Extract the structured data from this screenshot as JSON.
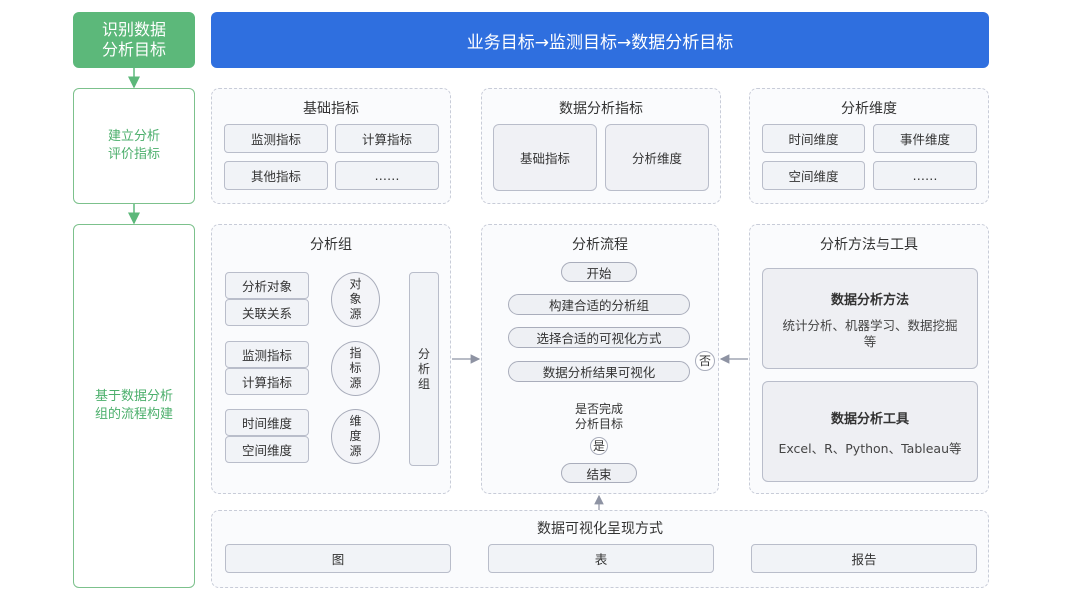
{
  "steps": {
    "identify": "识别数据\n分析目标",
    "build_indicators": "建立分析\n评价指标",
    "flow_build": "基于数据分析\n组的流程构建"
  },
  "banner": "业务目标→监测目标→数据分析目标",
  "basic_indicators": {
    "title": "基础指标",
    "items": [
      "监测指标",
      "计算指标",
      "其他指标",
      "……"
    ]
  },
  "analysis_indicators": {
    "title": "数据分析指标",
    "items": [
      "基础指标",
      "分析维度"
    ]
  },
  "analysis_dimensions": {
    "title": "分析维度",
    "items": [
      "时间维度",
      "事件维度",
      "空间维度",
      "……"
    ]
  },
  "analysis_group": {
    "title": "分析组",
    "inputs": [
      "分析对象",
      "关联关系",
      "监测指标",
      "计算指标",
      "时间维度",
      "空间维度"
    ],
    "sources": [
      "对\n象\n源",
      "指\n标\n源",
      "维\n度\n源"
    ],
    "output": "分\n析\n组"
  },
  "analysis_flow": {
    "title": "分析流程",
    "start": "开始",
    "s1": "构建合适的分析组",
    "s2": "选择合适的可视化方式",
    "s3": "数据分析结果可视化",
    "decision": "是否完成\n分析目标",
    "yes": "是",
    "no": "否",
    "end": "结束"
  },
  "methods_tools": {
    "title": "分析方法与工具",
    "methods_title": "数据分析方法",
    "methods_text": "统计分析、机器学习、数据挖掘\n等",
    "tools_title": "数据分析工具",
    "tools_text": "Excel、R、Python、Tableau等"
  },
  "visualization": {
    "title": "数据可视化呈现方式",
    "items": [
      "图",
      "表",
      "报告"
    ]
  }
}
